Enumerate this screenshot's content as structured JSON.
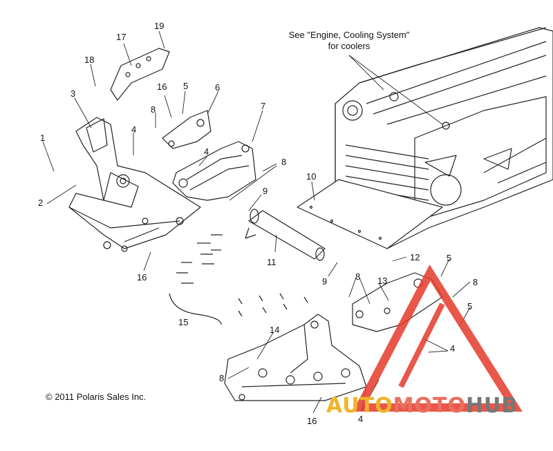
{
  "note": {
    "line1": "See \"Engine, Cooling System\"",
    "line2": "for coolers"
  },
  "copyright": "© 2011 Polaris Sales Inc.",
  "watermark": {
    "part1": "AUTO",
    "part2": "MOTO",
    "part3": "HUB"
  },
  "callouts": [
    "1",
    "2",
    "3",
    "4",
    "4",
    "4",
    "4",
    "5",
    "5",
    "5",
    "6",
    "7",
    "8",
    "8",
    "8",
    "8",
    "9",
    "9",
    "10",
    "11",
    "12",
    "13",
    "14",
    "15",
    "16",
    "16",
    "16",
    "17",
    "18",
    "19"
  ],
  "colors": {
    "line": "#222222",
    "watermark_red": "#e53a2a",
    "brand_yellow": "#f0b429",
    "brand_salmon": "#e9705f",
    "brand_gray": "#777777"
  }
}
